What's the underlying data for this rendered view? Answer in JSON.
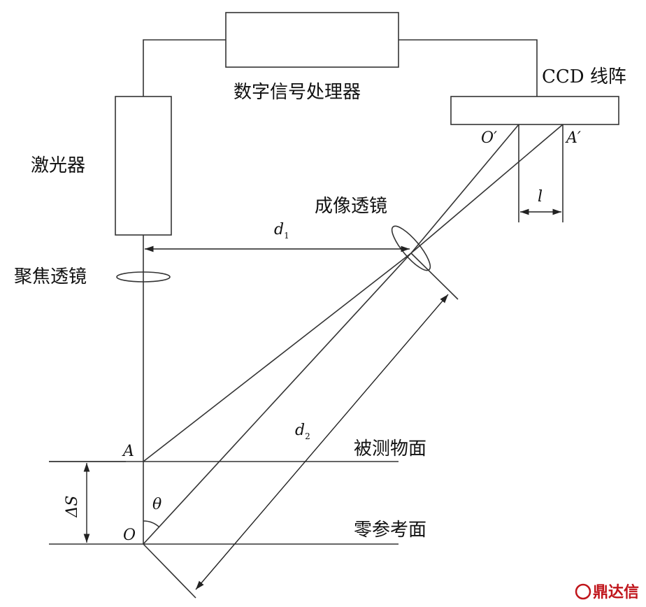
{
  "labels": {
    "processor": "数字信号处理器",
    "ccd": "CCD 线阵",
    "laser": "激光器",
    "imaging_lens": "成像透镜",
    "focusing_lens": "聚焦透镜",
    "measured_surface": "被测物面",
    "zero_reference": "零参考面"
  },
  "symbols": {
    "d1": "d",
    "d1_sub": "1",
    "d2": "d",
    "d2_sub": "2",
    "l": "l",
    "theta": "θ",
    "A": "A",
    "O": "O",
    "A_prime": "A′",
    "O_prime": "O′",
    "delta_s": "ΔS"
  },
  "watermark": "鼎达信",
  "colors": {
    "line": "#333333",
    "watermark": "#c0151b"
  }
}
